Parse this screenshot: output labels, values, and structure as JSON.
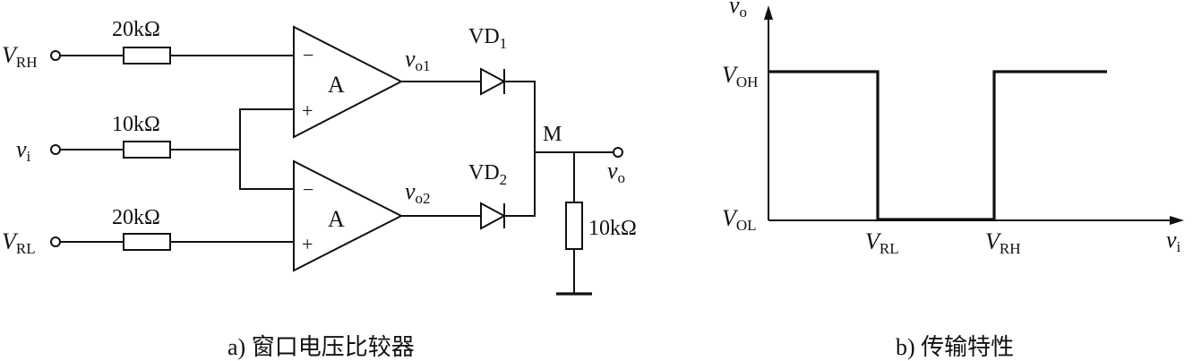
{
  "circuit": {
    "inputs": {
      "vrh": {
        "main": "V",
        "sub": "RH"
      },
      "vi": {
        "main": "v",
        "sub": "i"
      },
      "vrl": {
        "main": "V",
        "sub": "RL"
      }
    },
    "resistors": {
      "r_top": "20kΩ",
      "r_mid": "10kΩ",
      "r_bot": "20kΩ",
      "r_load": "10kΩ"
    },
    "opamps": {
      "top_label": "A",
      "bottom_label": "A",
      "minus": "−",
      "plus": "+"
    },
    "outputs": {
      "vo1": {
        "main": "v",
        "sub": "o1"
      },
      "vo2": {
        "main": "v",
        "sub": "o2"
      },
      "vo": {
        "main": "v",
        "sub": "o"
      }
    },
    "diodes": {
      "vd1": {
        "main": "VD",
        "sub": "1"
      },
      "vd2": {
        "main": "VD",
        "sub": "2"
      }
    },
    "node_label": "M",
    "caption": "a) 窗口电压比较器"
  },
  "graph": {
    "y_axis": {
      "main": "v",
      "sub": "o"
    },
    "x_axis": {
      "main": "v",
      "sub": "i"
    },
    "voh": {
      "main": "V",
      "sub": "OH"
    },
    "vol": {
      "main": "V",
      "sub": "OL"
    },
    "vrl": {
      "main": "V",
      "sub": "RL"
    },
    "vrh": {
      "main": "V",
      "sub": "RH"
    },
    "caption": "b) 传输特性"
  }
}
